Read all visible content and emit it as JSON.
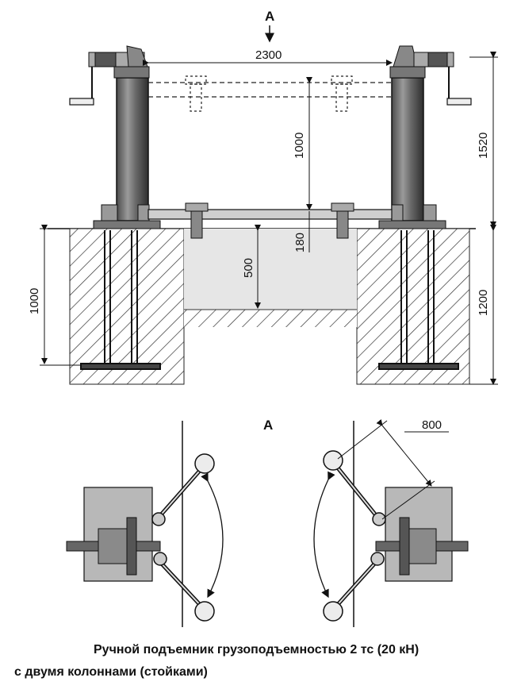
{
  "view_label_top": "A",
  "view_label_bottom": "A",
  "dimensions": {
    "span_between_columns": "2300",
    "lift_height": "1000",
    "column_height": "1520",
    "min_pickup_height": "180",
    "pit_depth": "500",
    "left_foundation_depth": "1000",
    "right_foundation_depth": "1200",
    "arm_length": "800"
  },
  "caption": {
    "line1": "Ручной подъемник грузоподъемностью 2 тс (20 кН)",
    "line2": "с двумя колоннами (стойками)"
  }
}
